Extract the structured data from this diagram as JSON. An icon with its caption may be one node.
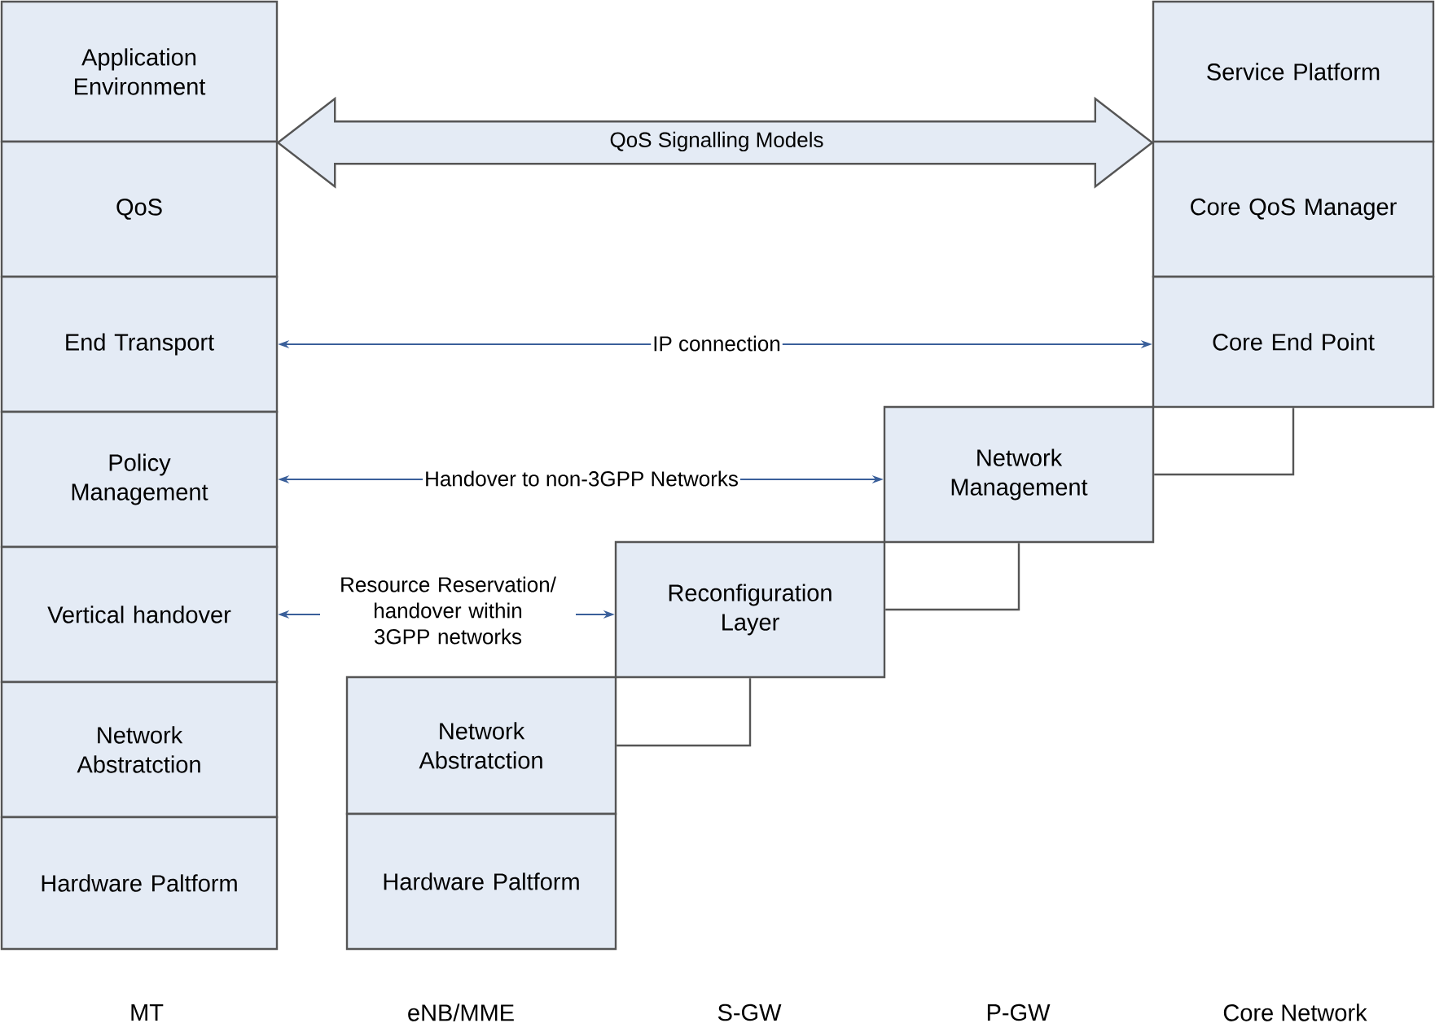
{
  "diagram": {
    "nodes": [
      {
        "text": [
          "Application Environment"
        ]
      },
      {
        "text": [
          "QoS"
        ]
      },
      {
        "text": [
          "End Transport"
        ]
      },
      {
        "text": [
          "Policy Management"
        ]
      },
      {
        "text": [
          "Vertical handover"
        ]
      },
      {
        "text": [
          "Network Abstratction"
        ]
      },
      {
        "text": [
          "Hardware Paltform"
        ]
      },
      {
        "text": [
          "Service Platform"
        ]
      },
      {
        "text": [
          "Core QoS Manager"
        ]
      },
      {
        "text": [
          "Core End Point"
        ]
      },
      {
        "text": [
          "Network Management"
        ]
      },
      {
        "text": [
          "Reconfiguration Layer"
        ]
      },
      {
        "text": [
          "Network Abstratction"
        ]
      },
      {
        "text": [
          "Hardware Paltform"
        ]
      }
    ],
    "edges": [
      {
        "from": 0,
        "to": 7,
        "arrow": "both",
        "label": "QoS Signalling Models",
        "style": "thick"
      },
      {
        "from": 2,
        "to": 9,
        "arrow": "both",
        "label": "IP connection",
        "color": "#3a5f9a"
      },
      {
        "from": 3,
        "to": 10,
        "arrow": "both",
        "label": "Handover to non-3GPP Networks",
        "color": "#3a5f9a"
      },
      {
        "from": 4,
        "to": 11,
        "arrow": "both",
        "label": "Resource Reservation/ handover within 3GPP networks",
        "color": "#3a5f9a"
      },
      {
        "from": 9,
        "to": 10,
        "arrow": "none"
      },
      {
        "from": 10,
        "to": 11,
        "arrow": "none"
      },
      {
        "from": 11,
        "to": 12,
        "arrow": "none"
      }
    ],
    "labels": [
      "MT",
      "eNB/MME",
      "S-GW",
      "P-GW",
      "Core Network"
    ]
  }
}
